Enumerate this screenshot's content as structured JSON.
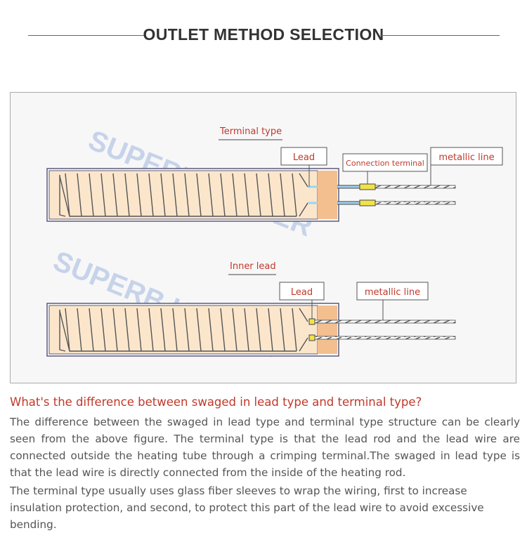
{
  "header": {
    "title": "OUTLET METHOD SELECTION"
  },
  "diagram": {
    "watermark": "SUPERB HEATER",
    "terminal_type": {
      "title": "Terminal type",
      "lead_label": "Lead",
      "connection_label": "Connection terminal",
      "metallic_label": "metallic line"
    },
    "inner_lead": {
      "title": "Inner lead",
      "lead_label": "Lead",
      "metallic_label": "metallic line"
    }
  },
  "text": {
    "question": "What's the difference between swaged in lead type and terminal type?",
    "paragraph1": "The difference between the swaged in lead type and terminal type structure can be clearly seen from the above figure. The terminal type is that the lead rod and the lead wire are connected outside the heating tube through a crimping terminal.The swaged in lead type is that the lead wire is directly connected from the inside of the heating rod.",
    "paragraph2": "The terminal type usually uses glass fiber sleeves to wrap the wiring, first to increase insulation protection, and second, to protect this part of the lead wire to avoid excessive bending."
  },
  "colors": {
    "accent_red": "#c0392b",
    "heater_fill": "#fbe6cc",
    "end_cap": "#f3bf8f",
    "tube_border": "#5a5a7a",
    "terminal_yellow": "#f2e24a",
    "lead_rod": "#9fd3ee"
  }
}
